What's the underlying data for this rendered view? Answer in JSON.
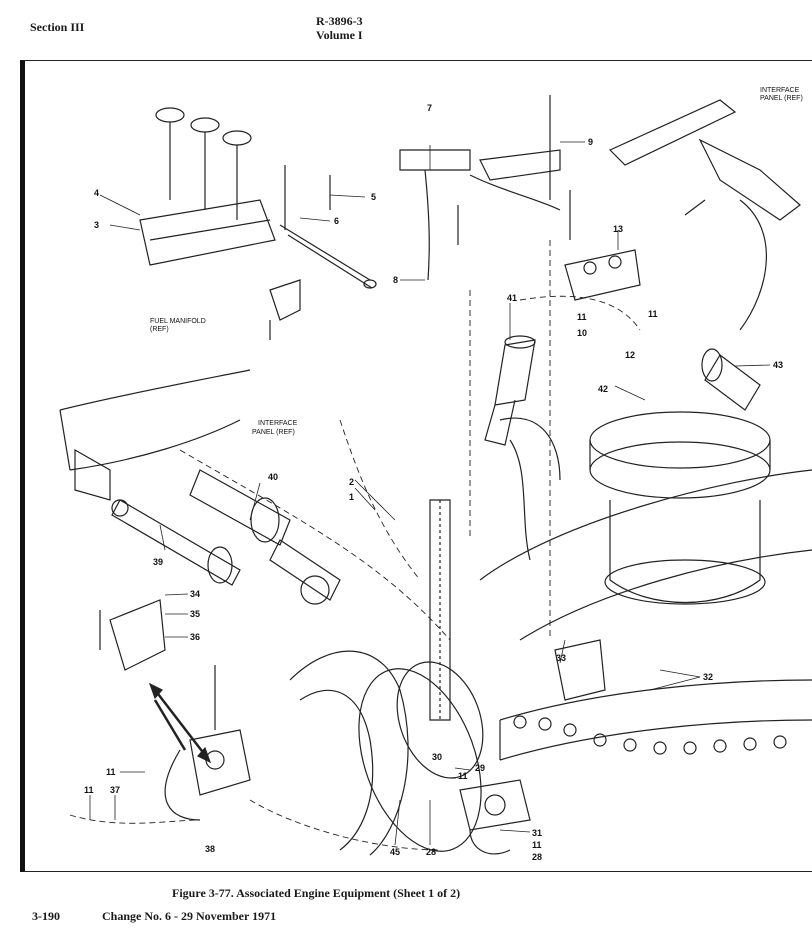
{
  "header": {
    "section": "Section III",
    "document_number": "R-3896-3",
    "volume": "Volume I"
  },
  "figure": {
    "refs": {
      "interface_panel_top": [
        "INTERFACE",
        "PANEL (REF)"
      ],
      "fuel_manifold": [
        "FUEL MANIFOLD",
        "(REF)"
      ],
      "interface_panel_left": [
        "INTERFACE",
        "PANEL (REF)"
      ]
    },
    "callouts": [
      "1",
      "2",
      "3",
      "4",
      "5",
      "6",
      "7",
      "8",
      "9",
      "10",
      "11",
      "12",
      "13",
      "28",
      "29",
      "30",
      "31",
      "32",
      "33",
      "34",
      "35",
      "36",
      "37",
      "38",
      "39",
      "40",
      "41",
      "42",
      "43",
      "45"
    ]
  },
  "footer": {
    "caption": "Figure 3-77.  Associated Engine Equipment (Sheet 1 of 2)",
    "page_number": "3-190",
    "change_notice": "Change No. 6 - 29 November 1971"
  }
}
